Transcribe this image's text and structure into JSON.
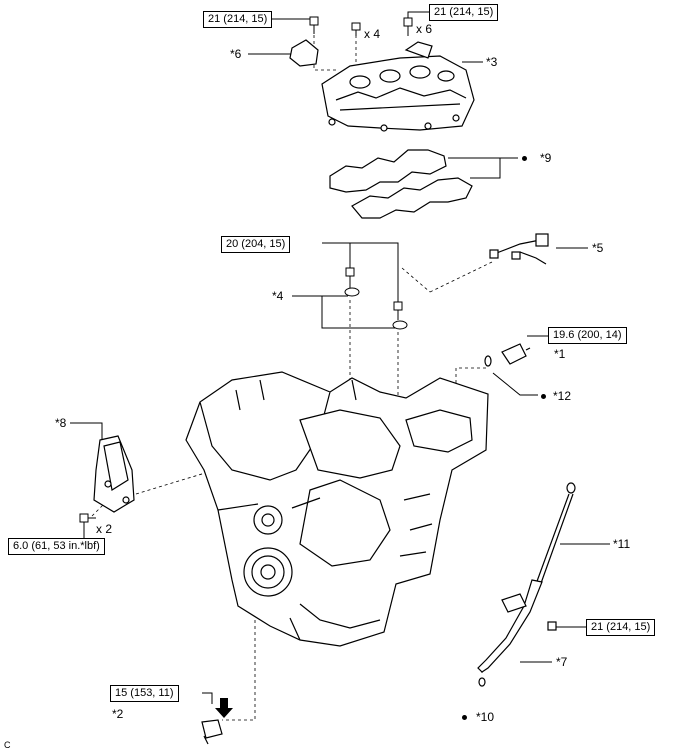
{
  "torques": {
    "t1": "21 (214, 15)",
    "t2": "21 (214, 15)",
    "t3": "20 (204, 15)",
    "t4": "19.6 (200, 14)",
    "t5": "6.0 (61, 53 in.*lbf)",
    "t6": "21 (214, 15)",
    "t7": "15 (153, 11)"
  },
  "quantities": {
    "q4": "x 4",
    "q6": "x 6",
    "q2": "x 2"
  },
  "parts": {
    "p1": "*1",
    "p2": "*2",
    "p3": "*3",
    "p4": "*4",
    "p5": "*5",
    "p6": "*6",
    "p7": "*7",
    "p8": "*8",
    "p9": "*9",
    "p10": "*10",
    "p11": "*11",
    "p12": "*12"
  },
  "corner_code": "C"
}
